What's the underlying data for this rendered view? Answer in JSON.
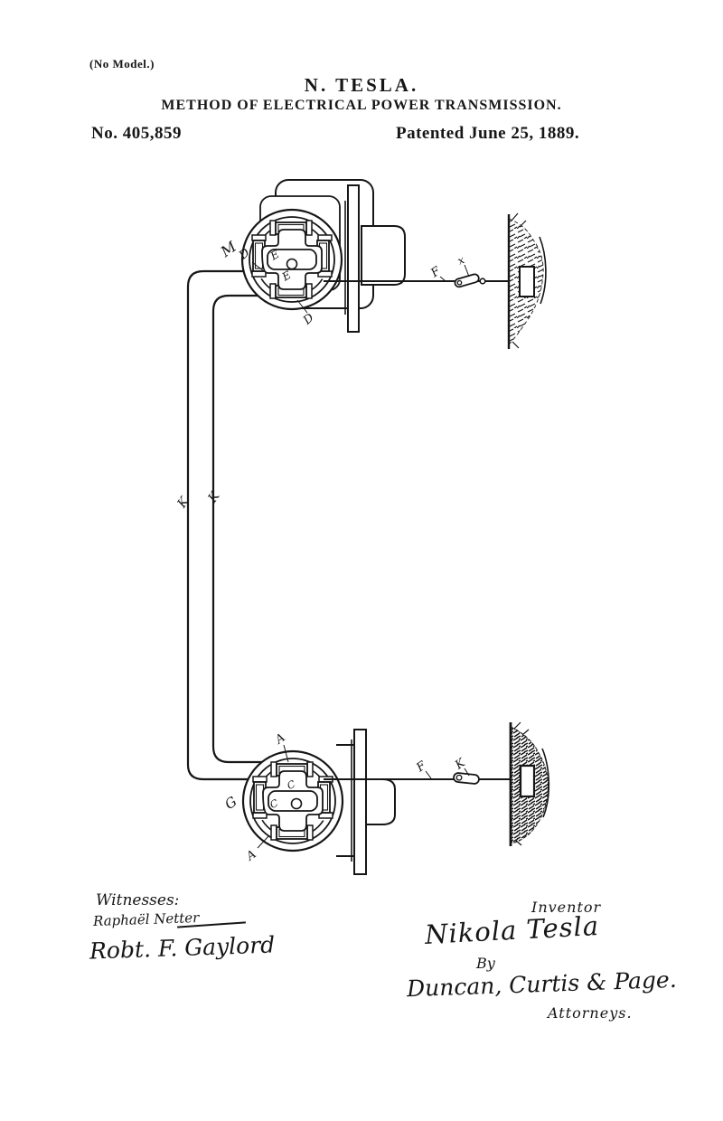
{
  "colors": {
    "paper": "#ffffff",
    "ink": "#161616"
  },
  "header": {
    "no_model": "(No Model.)",
    "inventor_name": "N. TESLA.",
    "title": "METHOD OF ELECTRICAL POWER TRANSMISSION.",
    "patent_number": "No. 405,859",
    "patent_date": "Patented June 25, 1889."
  },
  "figure": {
    "motor": {
      "label": "M",
      "coil_upper": "D",
      "coil_lower": "D",
      "armature_upper": "E",
      "armature_lower": "E"
    },
    "generator": {
      "label": "G",
      "coil_upper": "A",
      "coil_lower": "A",
      "armature_upper": "C",
      "armature_center": "C"
    },
    "line": {
      "wire_left": "K",
      "wire_right": "K"
    },
    "ground_top": {
      "wire": "F",
      "switch": "x"
    },
    "ground_bottom": {
      "wire": "F",
      "switch": "K"
    }
  },
  "signatures": {
    "witnesses_heading": "Witnesses:",
    "witness_1": "Raphaël Netter",
    "witness_2": "Robt. F. Gaylord",
    "inventor_heading": "Inventor",
    "inventor_signature": "Nikola Tesla",
    "by_label": "By",
    "attorney_signature": "Duncan, Curtis & Page.",
    "attorneys_label": "Attorneys."
  }
}
